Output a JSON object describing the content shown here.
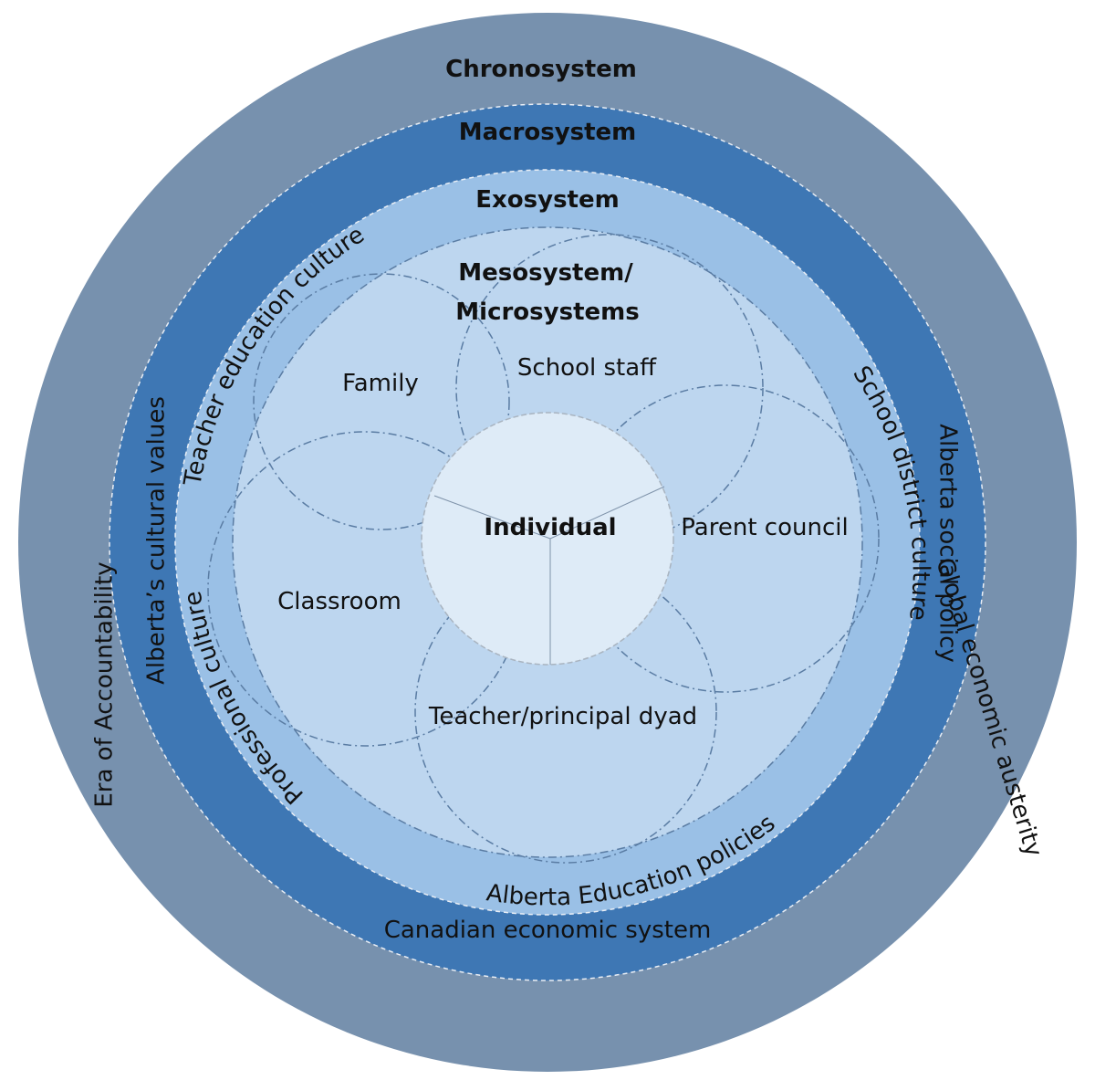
{
  "colors": {
    "chronosystem": "#7791ae",
    "macrosystem": "#3e77b4",
    "exosystem": "#9ac0e6",
    "mesosystem": "#bdd6ef",
    "individual": "#deebf7"
  },
  "chronosystem": {
    "title": "Chronosystem",
    "left_label": "Era of Accountability",
    "right_label": "Global economic austerity"
  },
  "macrosystem": {
    "title": "Macrosystem",
    "left_label": "Alberta’s cultural values",
    "right_label": "Alberta social policy",
    "bottom_label": "Canadian economic system"
  },
  "exosystem": {
    "title": "Exosystem",
    "top_left_label": "Teacher education culture",
    "left_label": "Professional culture",
    "right_label": "School district culture",
    "bottom_label": "Alberta Education policies"
  },
  "mesosystem": {
    "title_line1": "Mesosystem/",
    "title_line2": "Microsystems",
    "microsystems": [
      "Family",
      "School staff",
      "Parent council",
      "Classroom",
      "Teacher/principal dyad"
    ]
  },
  "individual": {
    "label": "Individual"
  }
}
